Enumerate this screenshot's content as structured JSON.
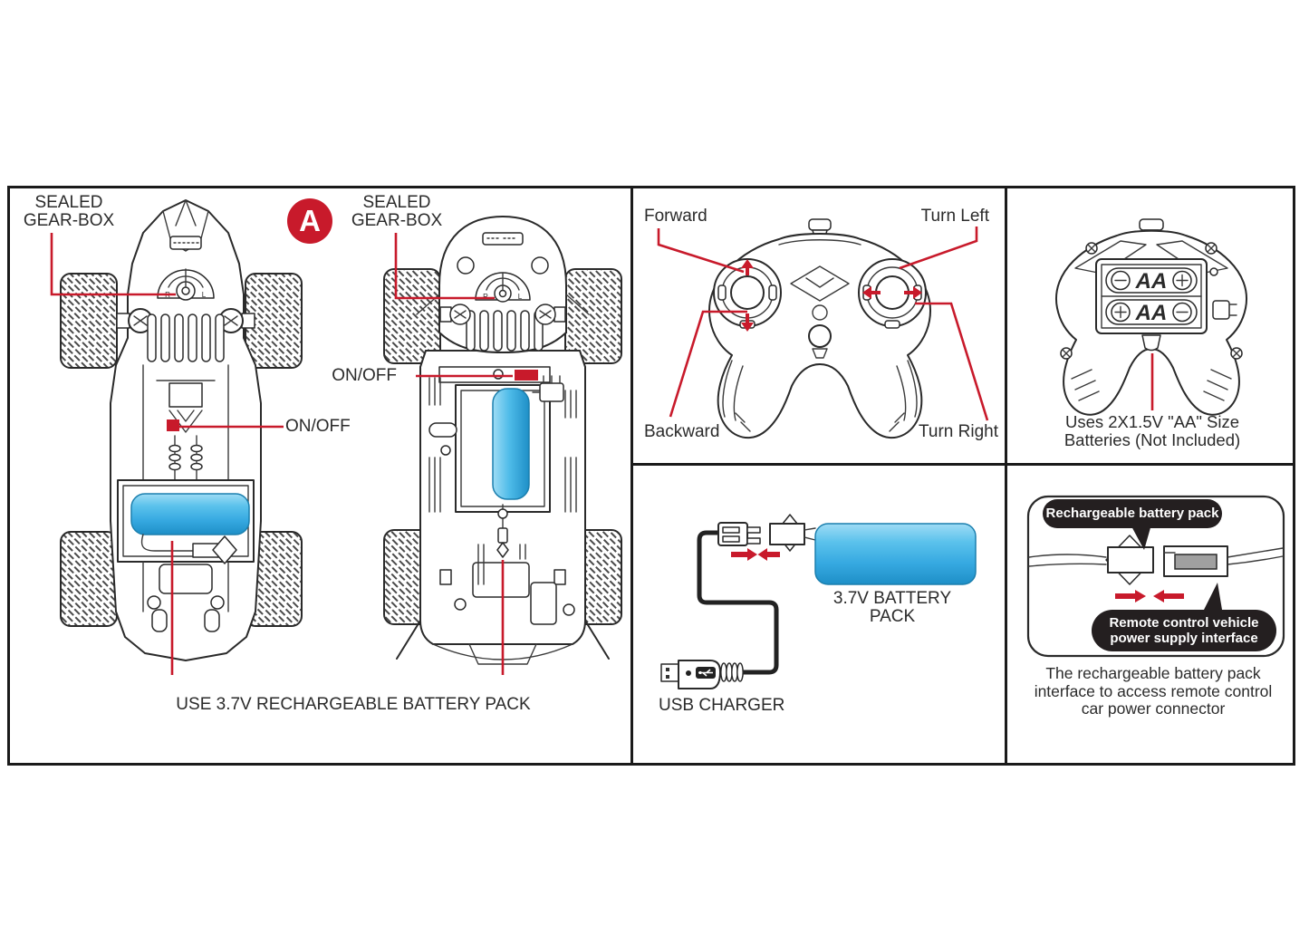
{
  "colors": {
    "red": "#C81A2B",
    "battery_blue": "#36A9E1",
    "battery_blue_light": "#9FDCF5",
    "battery_blue_dark": "#1E8FC7",
    "line": "#2a2a2a"
  },
  "badge": {
    "label": "A"
  },
  "car_panel": {
    "gearbox_label_1": "SEALED\nGEAR-BOX",
    "gearbox_label_2": "SEALED\nGEAR-BOX",
    "on_off_label_1": "ON/OFF",
    "on_off_label_2": "ON/OFF",
    "dial_left": "R",
    "dial_right": "L",
    "battery_note": "USE 3.7V RECHARGEABLE BATTERY PACK"
  },
  "controller_panel": {
    "forward": "Forward",
    "turn_left": "Turn Left",
    "backward": "Backward",
    "turn_right": "Turn Right"
  },
  "battery_panel": {
    "battery_label": "AA",
    "note": "Uses 2X1.5V \"AA\" Size\nBatteries (Not Included)"
  },
  "charger_panel": {
    "battery_pack": "3.7V BATTERY\nPACK",
    "usb": "USB CHARGER"
  },
  "interface_panel": {
    "bubble_top": "Rechargeable battery pack",
    "bubble_bottom": "Remote control vehicle\npower supply interface",
    "caption": "The rechargeable battery pack\ninterface to access remote control\ncar power connector"
  }
}
